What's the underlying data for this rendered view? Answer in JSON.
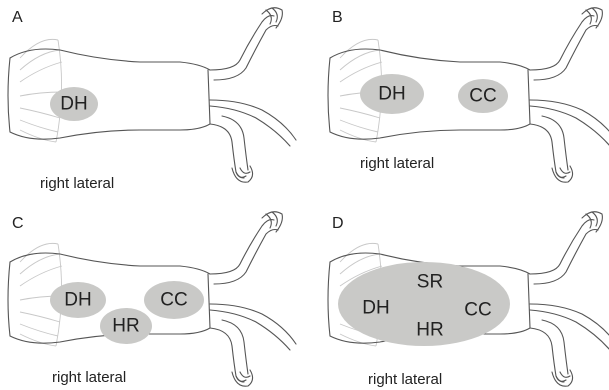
{
  "panels": [
    {
      "letter": "A",
      "caption": "right lateral",
      "regions": [
        {
          "label": "DH"
        }
      ]
    },
    {
      "letter": "B",
      "caption": "right lateral",
      "regions": [
        {
          "label": "DH"
        },
        {
          "label": "CC"
        }
      ]
    },
    {
      "letter": "C",
      "caption": "right lateral",
      "regions": [
        {
          "label": "DH"
        },
        {
          "label": "HR"
        },
        {
          "label": "CC"
        }
      ]
    },
    {
      "letter": "D",
      "caption": "right lateral",
      "regions": [
        {
          "label": "SR"
        },
        {
          "label": "DH"
        },
        {
          "label": "HR"
        },
        {
          "label": "CC"
        }
      ]
    }
  ],
  "colors": {
    "region": "#c9c9c7",
    "outline": "#555555",
    "ribs": "#c8c8c8"
  }
}
